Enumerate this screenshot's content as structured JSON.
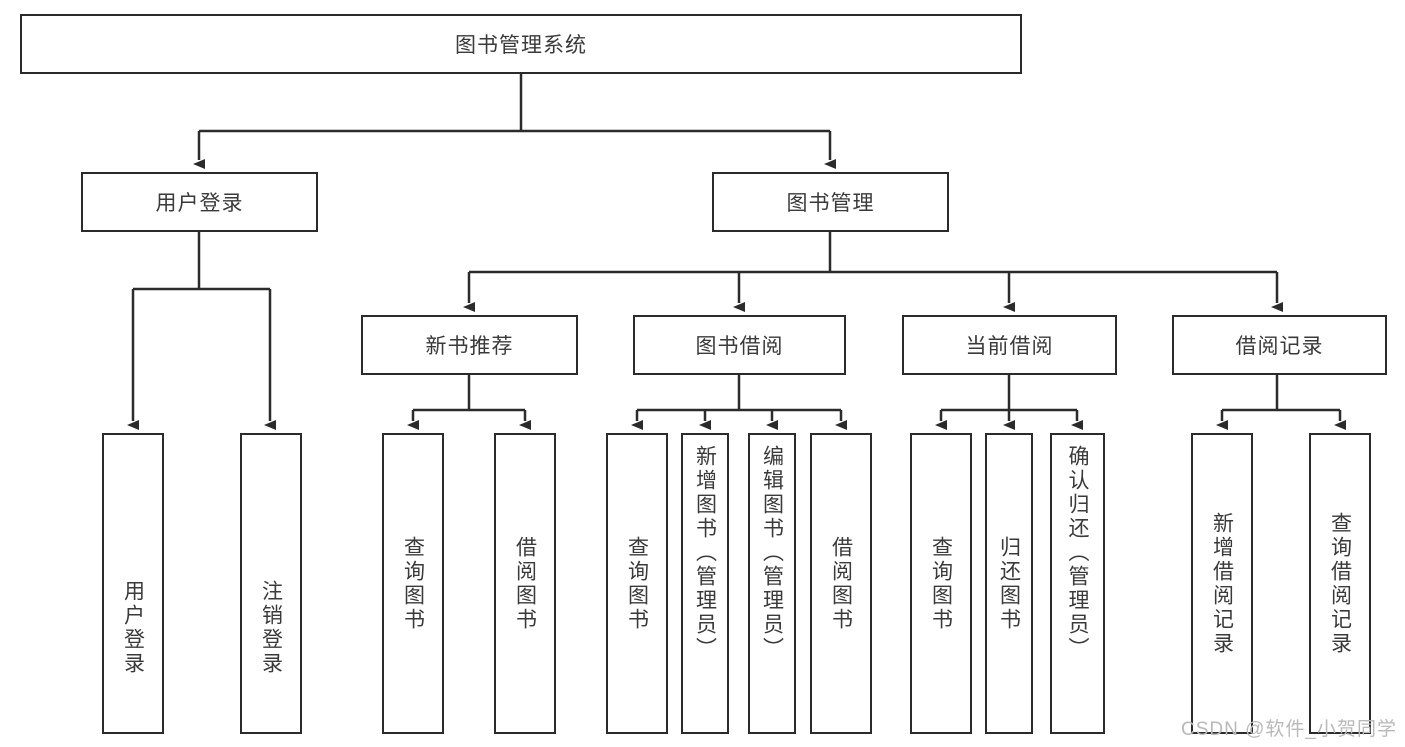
{
  "diagram": {
    "title": "图书管理系统",
    "type": "tree",
    "root": {
      "label": "图书管理系统"
    },
    "level2": [
      {
        "label": "用户登录"
      },
      {
        "label": "图书管理"
      }
    ],
    "level3": [
      {
        "label": "新书推荐"
      },
      {
        "label": "图书借阅"
      },
      {
        "label": "当前借阅"
      },
      {
        "label": "借阅记录"
      }
    ],
    "leaves": {
      "user_login": [
        {
          "label": "用户登录"
        },
        {
          "label": "注销登录"
        }
      ],
      "new_book_recommend": [
        {
          "label": "查询图书"
        },
        {
          "label": "借阅图书"
        }
      ],
      "book_borrow": [
        {
          "label": "查询图书"
        },
        {
          "label": "新增图书（管理员）"
        },
        {
          "label": "编辑图书（管理员）"
        },
        {
          "label": "借阅图书"
        }
      ],
      "current_borrow": [
        {
          "label": "查询图书"
        },
        {
          "label": "归还图书"
        },
        {
          "label": "确认归还（管理员）"
        }
      ],
      "borrow_record": [
        {
          "label": "新增借阅记录"
        },
        {
          "label": "查询借阅记录"
        }
      ]
    }
  },
  "watermark": {
    "text": "CSDN @软件_小贺同学"
  },
  "colors": {
    "border": "#2b2b2b",
    "text": "#3a3a3a",
    "background": "#ffffff",
    "watermark": "#b9b9b9"
  }
}
